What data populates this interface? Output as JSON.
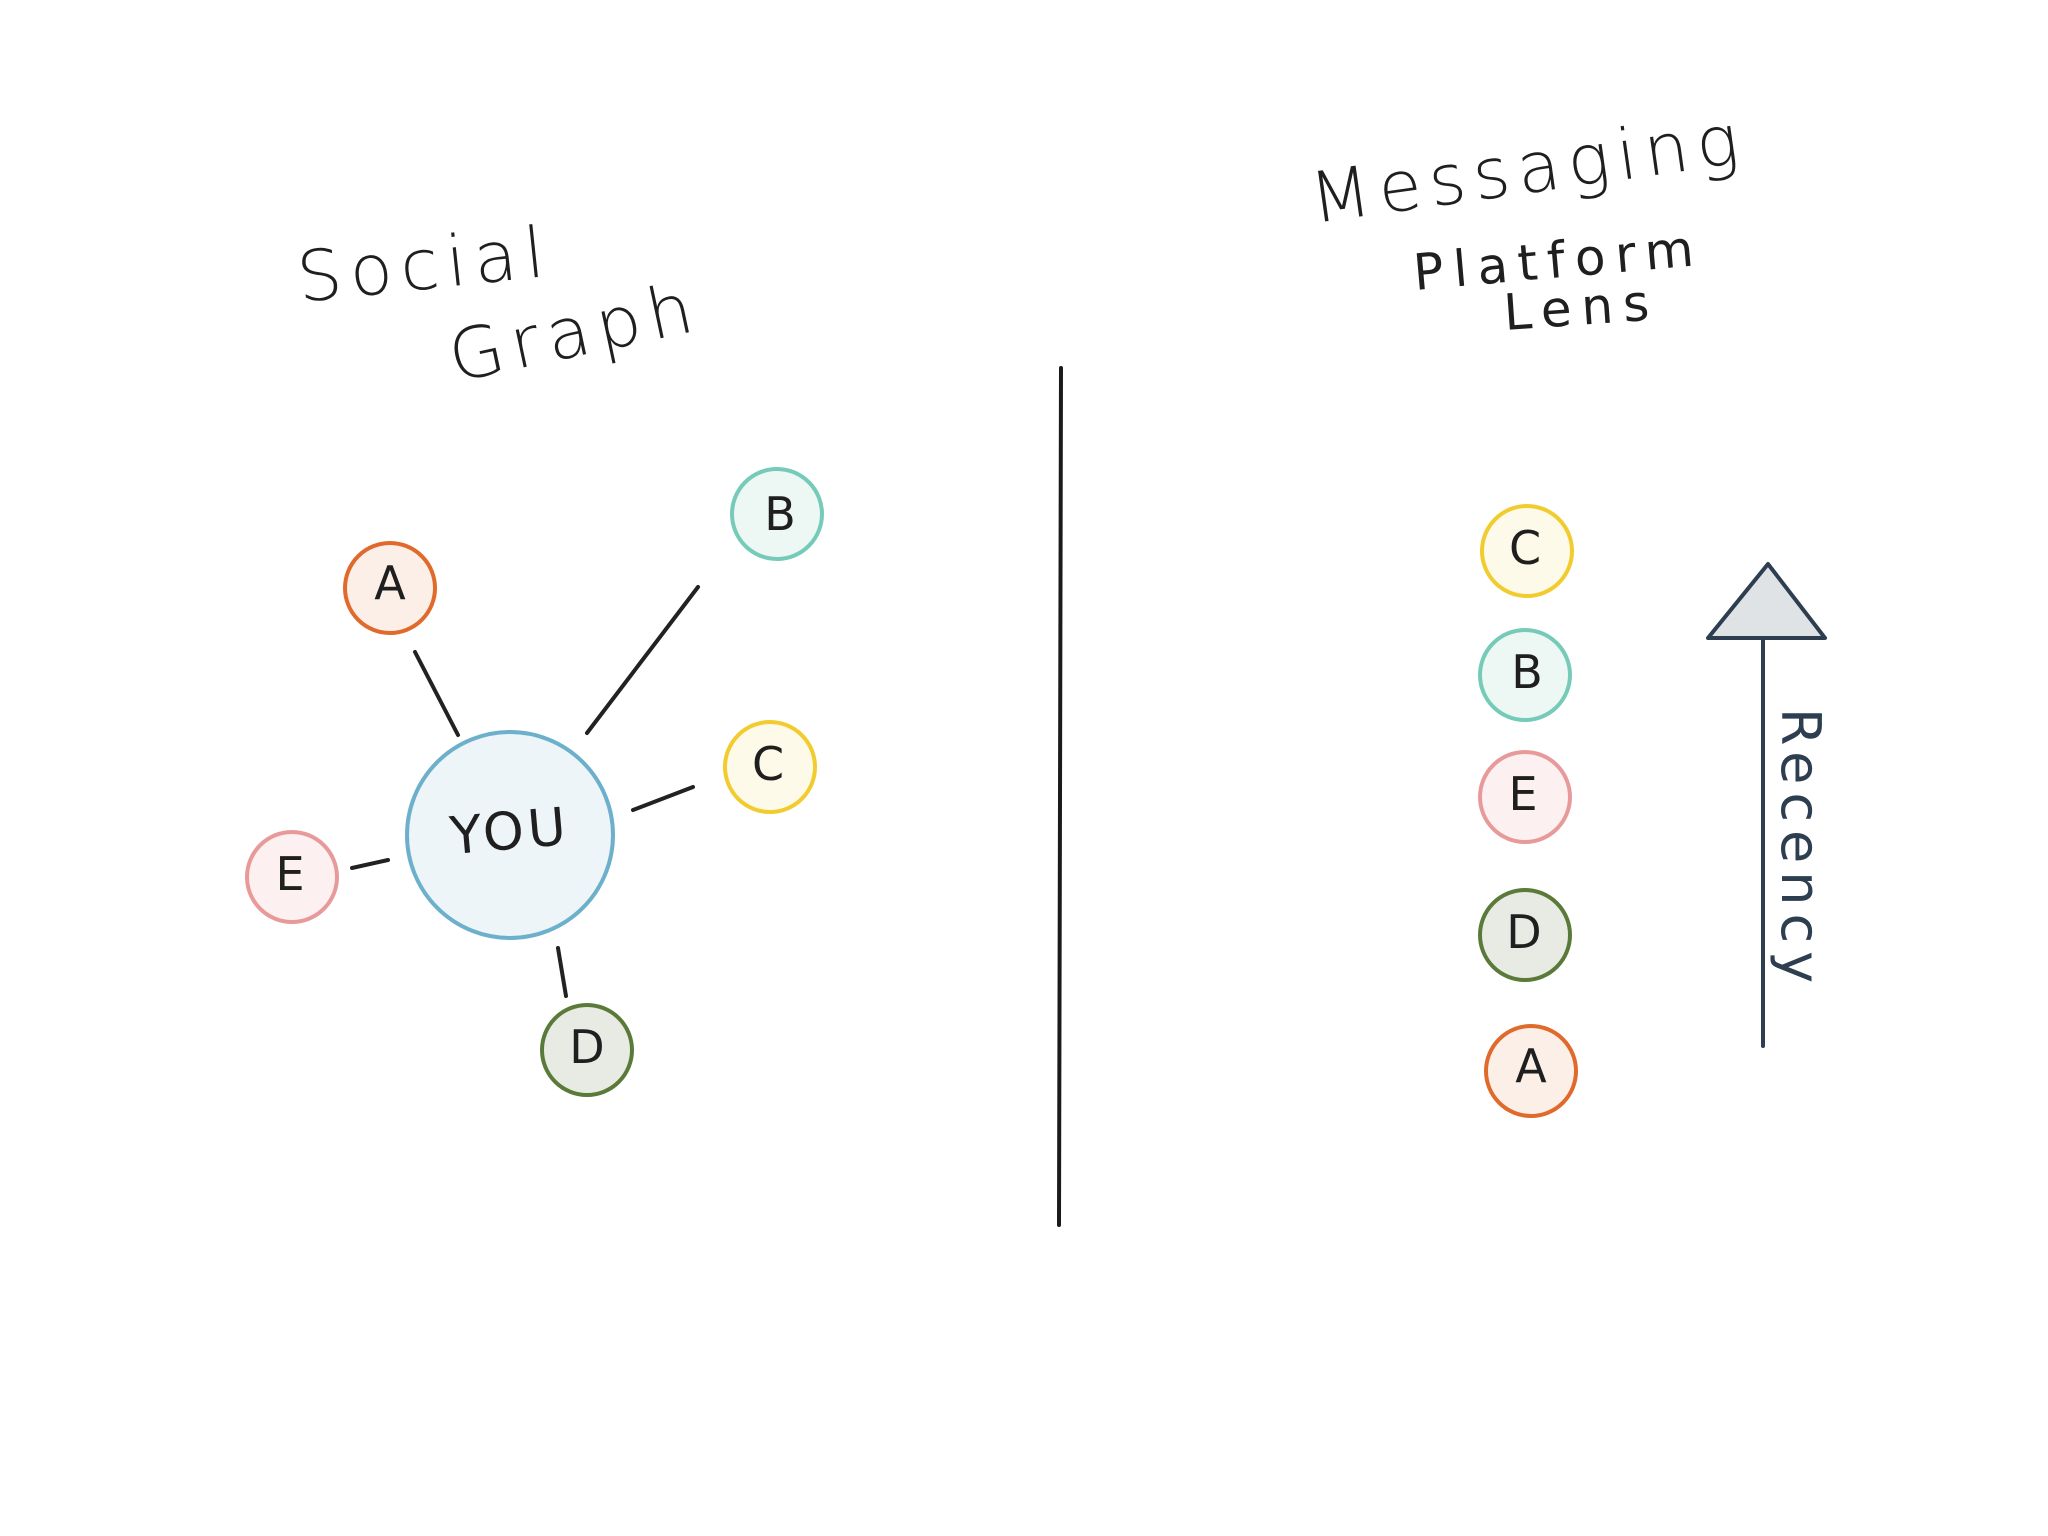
{
  "left_panel": {
    "title_line1": "Social",
    "title_line2": "Graph",
    "center_label": "YOU",
    "nodes": [
      {
        "label": "A",
        "stroke": "#e06a2c",
        "fill": "#fbefe8"
      },
      {
        "label": "B",
        "stroke": "#76cbb8",
        "fill": "#edf7f4"
      },
      {
        "label": "C",
        "stroke": "#f2cc2e",
        "fill": "#fefaea"
      },
      {
        "label": "D",
        "stroke": "#5a7a3a",
        "fill": "#e8ebe3"
      },
      {
        "label": "E",
        "stroke": "#e89a9a",
        "fill": "#fcf0f0"
      }
    ],
    "center_stroke": "#6db0cc",
    "center_fill": "#edf5f8"
  },
  "right_panel": {
    "title_line1": "Messaging",
    "title_line2": "Platform",
    "title_line3": "Lens",
    "order": [
      {
        "label": "C",
        "stroke": "#f2cc2e",
        "fill": "#fefaea"
      },
      {
        "label": "B",
        "stroke": "#76cbb8",
        "fill": "#edf7f4"
      },
      {
        "label": "E",
        "stroke": "#e89a9a",
        "fill": "#fcf0f0"
      },
      {
        "label": "D",
        "stroke": "#5a7a3a",
        "fill": "#e8ebe3"
      },
      {
        "label": "A",
        "stroke": "#e06a2c",
        "fill": "#fbefe8"
      }
    ],
    "axis_label": "Recency",
    "arrow_color": "#2c3e50",
    "arrow_fill": "#dfe3e6"
  }
}
